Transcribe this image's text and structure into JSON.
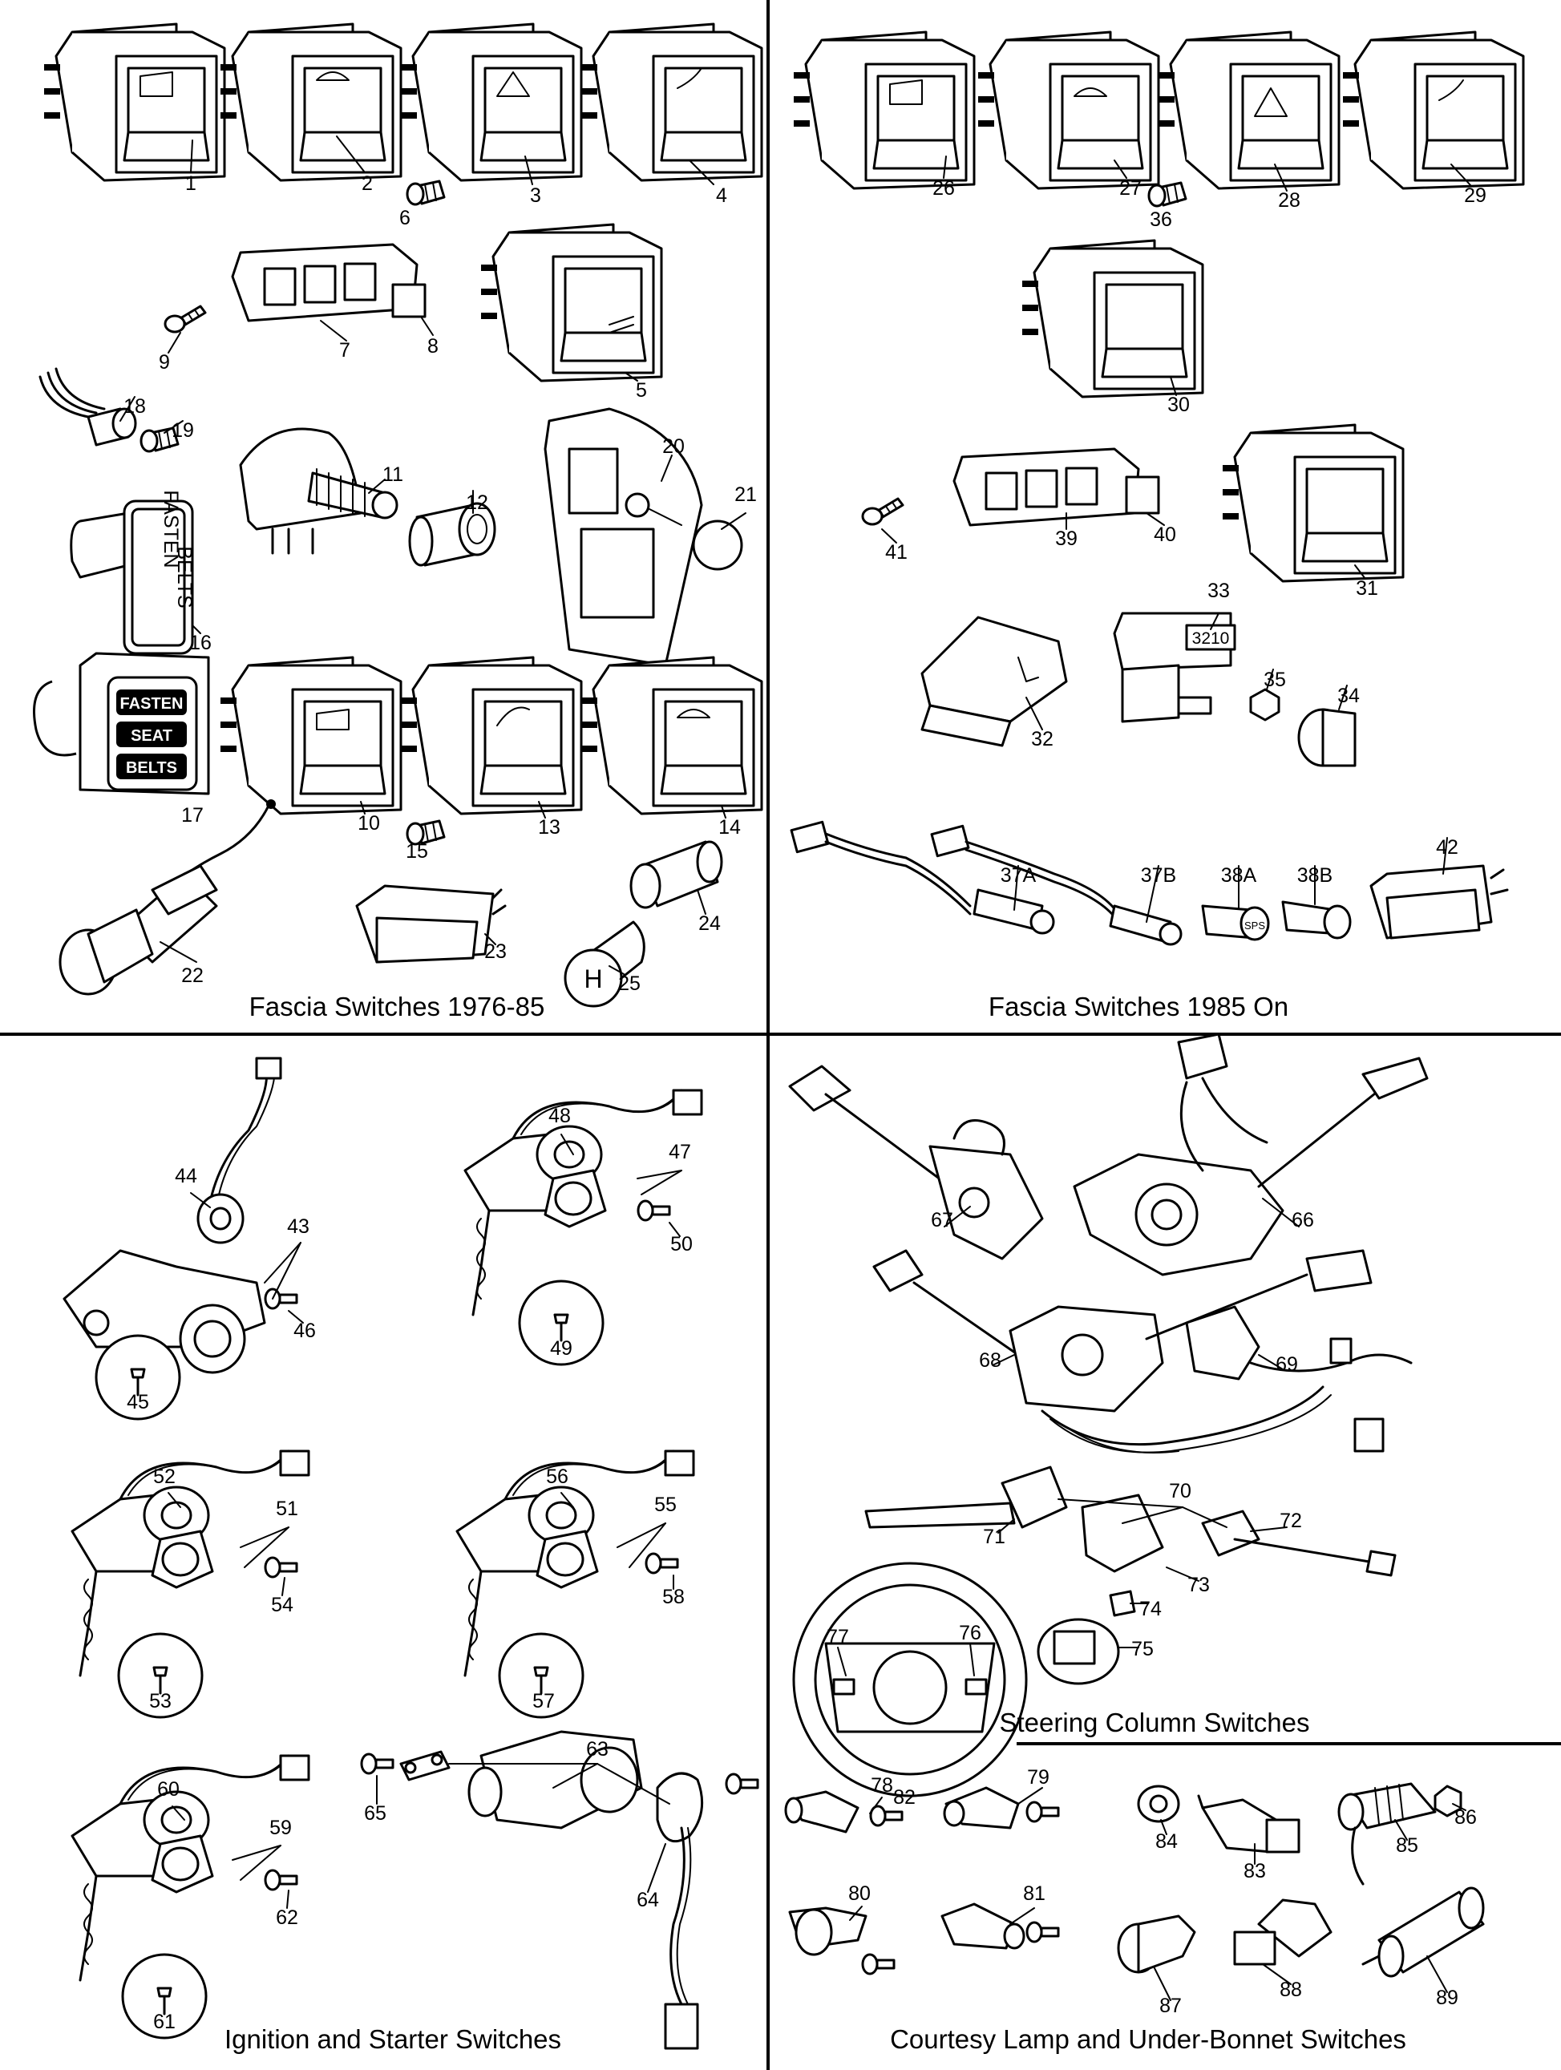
{
  "captions": {
    "q1": "Fascia Switches 1976-85",
    "q2": "Fascia Switches 1985 On",
    "q3": "Ignition and Starter Switches",
    "q4a": "Steering Column Switches",
    "q4b": "Courtesy Lamp and Under-Bonnet Switches"
  },
  "part_labels": {
    "fasten": "FASTEN",
    "seat": "SEAT",
    "belts": "BELTS",
    "v_fasten": "FASTEN",
    "v_belts": "BELTS",
    "counter": "3210",
    "h": "H",
    "sps": "SPS"
  },
  "parts": [
    "1",
    "2",
    "3",
    "4",
    "5",
    "6",
    "7",
    "8",
    "9",
    "10",
    "11",
    "12",
    "13",
    "14",
    "15",
    "16",
    "17",
    "18",
    "19",
    "20",
    "21",
    "22",
    "23",
    "24",
    "25",
    "26",
    "27",
    "28",
    "29",
    "30",
    "31",
    "32",
    "33",
    "34",
    "35",
    "36",
    "37A",
    "37B",
    "38A",
    "38B",
    "39",
    "40",
    "41",
    "42",
    "43",
    "44",
    "45",
    "46",
    "47",
    "48",
    "49",
    "50",
    "51",
    "52",
    "53",
    "54",
    "55",
    "56",
    "57",
    "58",
    "59",
    "60",
    "61",
    "62",
    "63",
    "64",
    "65",
    "66",
    "67",
    "68",
    "69",
    "70",
    "71",
    "72",
    "73",
    "74",
    "75",
    "76",
    "77",
    "78",
    "79",
    "80",
    "81",
    "82",
    "83",
    "84",
    "85",
    "86",
    "87",
    "88",
    "89"
  ]
}
